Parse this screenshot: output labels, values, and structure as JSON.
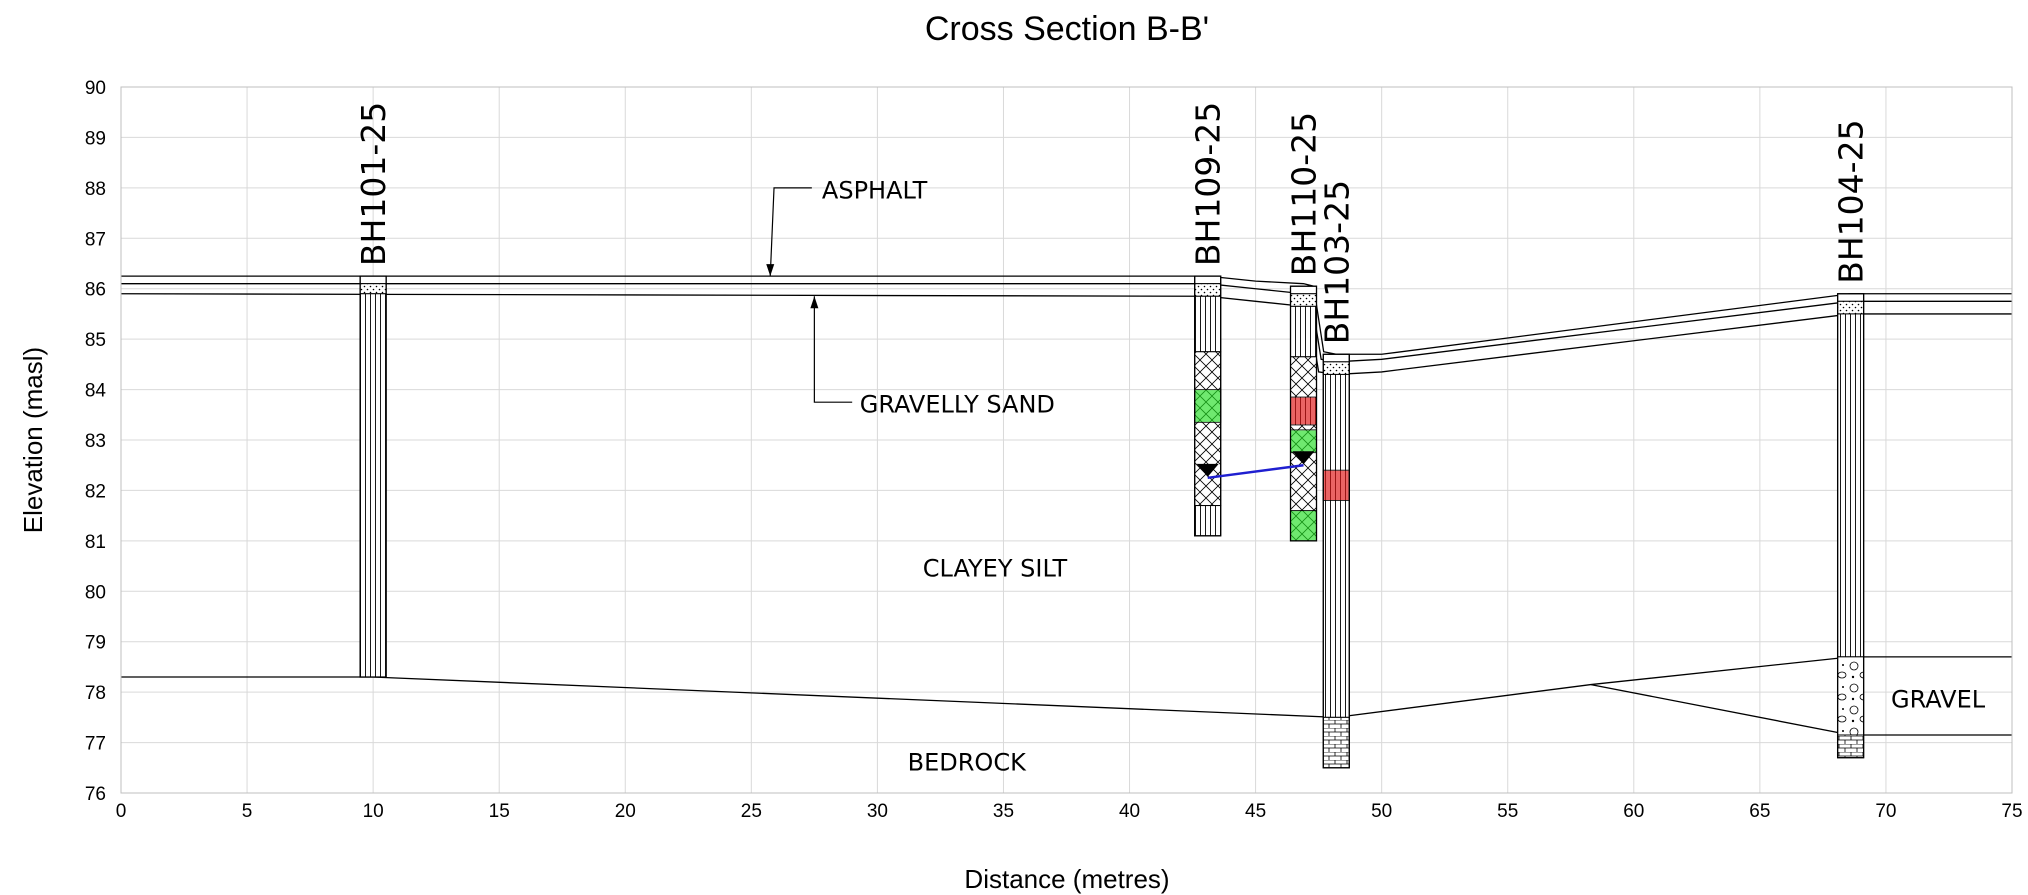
{
  "chart_data": {
    "type": "cross-section",
    "title": "Cross Section B-B'",
    "xlabel": "Distance (metres)",
    "ylabel": "Elevation (masl)",
    "xlim": [
      0,
      75
    ],
    "ylim": [
      76,
      90
    ],
    "xticks": [
      0,
      5,
      10,
      15,
      20,
      25,
      30,
      35,
      40,
      45,
      50,
      55,
      60,
      65,
      70,
      75
    ],
    "yticks": [
      76,
      77,
      78,
      79,
      80,
      81,
      82,
      83,
      84,
      85,
      86,
      87,
      88,
      89,
      90
    ],
    "grid": true,
    "colors": {
      "line": "#000000",
      "grid": "#d9d9d9",
      "water_level": "#1f1fd0",
      "sample_green": "#22dd22",
      "sample_red": "#e01010"
    },
    "boreholes": [
      {
        "name": "BH101-25",
        "x": 10,
        "top": 86.25,
        "bottom": 78.3,
        "layers": [
          {
            "top": 86.25,
            "bottom": 86.1,
            "pattern": "asphalt"
          },
          {
            "top": 86.1,
            "bottom": 85.9,
            "pattern": "gravelly-sand"
          },
          {
            "top": 85.9,
            "bottom": 78.3,
            "pattern": "clayey-silt"
          }
        ],
        "samples": []
      },
      {
        "name": "BH109-25",
        "x": 43.1,
        "top": 86.25,
        "bottom": 81.1,
        "layers": [
          {
            "top": 86.25,
            "bottom": 86.1,
            "pattern": "asphalt"
          },
          {
            "top": 86.1,
            "bottom": 85.85,
            "pattern": "gravelly-sand"
          },
          {
            "top": 85.85,
            "bottom": 84.75,
            "pattern": "clayey-silt"
          },
          {
            "top": 84.75,
            "bottom": 81.7,
            "pattern": "clayey-silt-crosshatch"
          },
          {
            "top": 81.7,
            "bottom": 81.1,
            "pattern": "clayey-silt"
          }
        ],
        "samples": [
          {
            "top": 84.0,
            "bottom": 83.35,
            "result": "green"
          }
        ],
        "water_level": 82.25
      },
      {
        "name": "BH110-25",
        "x": 46.9,
        "top": 86.05,
        "bottom": 81.0,
        "layers": [
          {
            "top": 86.05,
            "bottom": 85.9,
            "pattern": "asphalt"
          },
          {
            "top": 85.9,
            "bottom": 85.65,
            "pattern": "gravelly-sand"
          },
          {
            "top": 85.65,
            "bottom": 84.65,
            "pattern": "clayey-silt"
          },
          {
            "top": 84.65,
            "bottom": 81.6,
            "pattern": "clayey-silt-crosshatch"
          },
          {
            "top": 81.6,
            "bottom": 81.0,
            "pattern": "clayey-silt"
          }
        ],
        "samples": [
          {
            "top": 83.85,
            "bottom": 83.3,
            "result": "red"
          },
          {
            "top": 83.2,
            "bottom": 82.75,
            "result": "green"
          },
          {
            "top": 81.6,
            "bottom": 81.0,
            "result": "green"
          }
        ],
        "water_level": 82.5
      },
      {
        "name": "BH103-25",
        "x": 48.2,
        "top": 84.7,
        "bottom": 76.5,
        "layers": [
          {
            "top": 84.7,
            "bottom": 84.55,
            "pattern": "asphalt"
          },
          {
            "top": 84.55,
            "bottom": 84.3,
            "pattern": "gravelly-sand"
          },
          {
            "top": 84.3,
            "bottom": 77.5,
            "pattern": "clayey-silt"
          },
          {
            "top": 77.5,
            "bottom": 76.5,
            "pattern": "bedrock"
          }
        ],
        "samples": [
          {
            "top": 82.4,
            "bottom": 81.8,
            "result": "red"
          }
        ]
      },
      {
        "name": "BH104-25",
        "x": 68.6,
        "top": 85.9,
        "bottom": 76.7,
        "layers": [
          {
            "top": 85.9,
            "bottom": 85.75,
            "pattern": "asphalt"
          },
          {
            "top": 85.75,
            "bottom": 85.5,
            "pattern": "gravelly-sand"
          },
          {
            "top": 85.5,
            "bottom": 78.7,
            "pattern": "clayey-silt"
          },
          {
            "top": 78.7,
            "bottom": 77.15,
            "pattern": "gravel"
          },
          {
            "top": 77.15,
            "bottom": 76.7,
            "pattern": "bedrock"
          }
        ],
        "samples": []
      }
    ],
    "strata_lines": [
      {
        "name": "asphalt-top",
        "points": [
          [
            0,
            86.25
          ],
          [
            43.1,
            86.25
          ],
          [
            45,
            86.15
          ],
          [
            46.9,
            86.1
          ],
          [
            47.3,
            86.05
          ],
          [
            47.7,
            84.75
          ],
          [
            48.2,
            84.7
          ],
          [
            50,
            84.7
          ],
          [
            68.6,
            85.9
          ],
          [
            75,
            85.9
          ]
        ]
      },
      {
        "name": "asphalt-bottom",
        "points": [
          [
            0,
            86.1
          ],
          [
            43.1,
            86.1
          ],
          [
            45,
            86.0
          ],
          [
            46.9,
            85.9
          ],
          [
            47.2,
            85.85
          ],
          [
            47.6,
            84.6
          ],
          [
            48.2,
            84.55
          ],
          [
            50,
            84.6
          ],
          [
            68.6,
            85.75
          ],
          [
            75,
            85.75
          ]
        ]
      },
      {
        "name": "gravelly-sand-bottom",
        "points": [
          [
            0,
            85.9
          ],
          [
            43.1,
            85.85
          ],
          [
            45,
            85.75
          ],
          [
            46.9,
            85.65
          ],
          [
            47.1,
            85.6
          ],
          [
            47.5,
            84.35
          ],
          [
            48.2,
            84.3
          ],
          [
            50,
            84.35
          ],
          [
            68.6,
            85.5
          ],
          [
            75,
            85.5
          ]
        ]
      },
      {
        "name": "bedrock-top",
        "points": [
          [
            0,
            78.3
          ],
          [
            10,
            78.3
          ],
          [
            48.2,
            77.5
          ],
          [
            58.3,
            78.15
          ],
          [
            68.6,
            78.7
          ],
          [
            75,
            78.7
          ]
        ]
      },
      {
        "name": "gravel-bottom",
        "points": [
          [
            58.3,
            78.15
          ],
          [
            68.6,
            77.15
          ],
          [
            75,
            77.15
          ]
        ]
      }
    ],
    "water_table": {
      "points": [
        [
          43.1,
          82.25
        ],
        [
          46.9,
          82.5
        ]
      ]
    },
    "unit_labels": [
      {
        "text": "ASPHALT",
        "x": 27.8,
        "y": 87.95,
        "leader": [
          [
            27.4,
            88.0
          ],
          [
            25.9,
            88.0
          ],
          [
            25.75,
            86.25
          ]
        ]
      },
      {
        "text": "GRAVELLY SAND",
        "x": 29.3,
        "y": 83.7,
        "leader": [
          [
            29.0,
            83.75
          ],
          [
            27.5,
            83.75
          ],
          [
            27.5,
            85.85
          ]
        ]
      },
      {
        "text": "CLAYEY SILT",
        "x": 31.8,
        "y": 80.45
      },
      {
        "text": "BEDROCK",
        "x": 31.2,
        "y": 76.6
      },
      {
        "text": "GRAVEL",
        "x": 70.2,
        "y": 77.85
      }
    ]
  }
}
